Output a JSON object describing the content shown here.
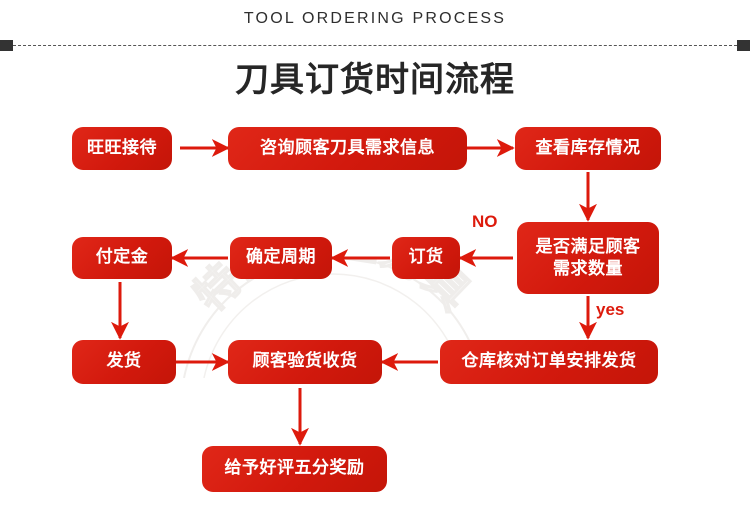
{
  "header": {
    "en_title": "TOOL ORDERING PROCESS",
    "cn_title": "刀具订货时间流程"
  },
  "watermark": {
    "text": "特瑞数控刀具"
  },
  "colors": {
    "node_red": "#d2190d",
    "node_red_light": "#e02718",
    "arrow_red": "#dd1a0c",
    "title_dark": "#262626",
    "divider_cap": "#333333"
  },
  "flow": {
    "nodes": [
      {
        "id": "n1",
        "label": "旺旺接待",
        "row": 1
      },
      {
        "id": "n2",
        "label": "咨询顾客刀具需求信息",
        "row": 1
      },
      {
        "id": "n3",
        "label": "查看库存情况",
        "row": 1
      },
      {
        "id": "n4",
        "label_line1": "是否满足顾客",
        "label_line2": "需求数量",
        "row": 2
      },
      {
        "id": "n5",
        "label": "订货",
        "row": 2
      },
      {
        "id": "n6",
        "label": "确定周期",
        "row": 2
      },
      {
        "id": "n7",
        "label": "付定金",
        "row": 2
      },
      {
        "id": "n8",
        "label": "发货",
        "row": 3
      },
      {
        "id": "n9",
        "label": "顾客验货收货",
        "row": 3
      },
      {
        "id": "n10",
        "label": "仓库核对订单安排发货",
        "row": 3
      },
      {
        "id": "n11",
        "label": "给予好评五分奖励",
        "row": 4
      }
    ],
    "labels": {
      "no": "NO",
      "yes": "yes"
    }
  }
}
